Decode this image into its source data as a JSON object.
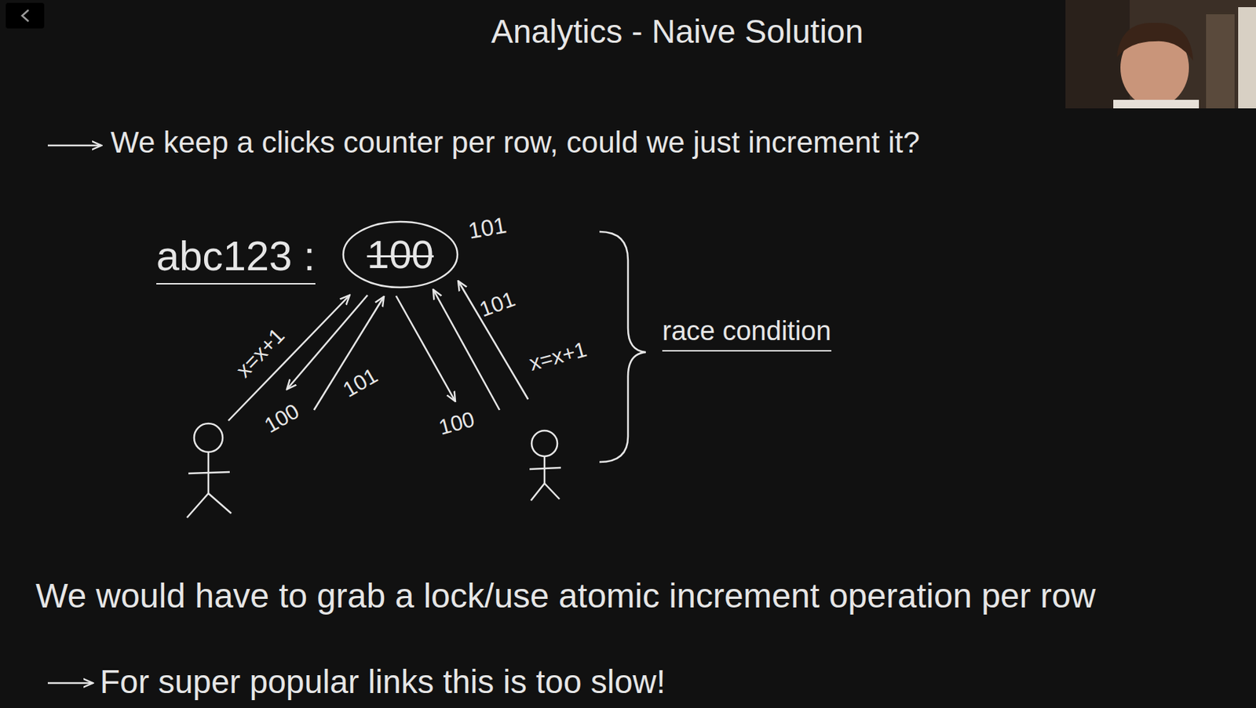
{
  "diagram": {
    "title": "Analytics - Naive Solution",
    "nodes": [
      {
        "text": [
          "100"
        ]
      }
    ],
    "labels": [
      "We keep a clicks counter per row, could we just increment it?",
      "abc123 :",
      "101",
      "x=x+1",
      "100",
      "101",
      "100",
      "101",
      "x=x+1",
      "race condition",
      "We would have to grab a lock/use atomic increment operation per row",
      "For super popular links this is too slow!"
    ]
  }
}
